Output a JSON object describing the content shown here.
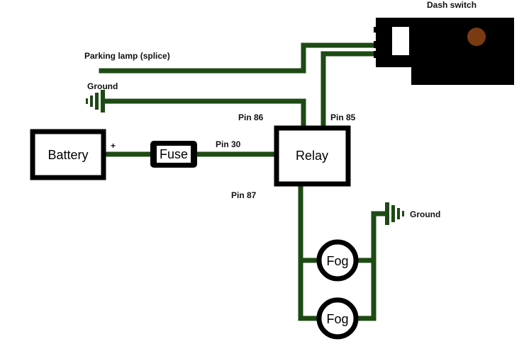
{
  "diagram": {
    "dash_switch_label": "Dash switch",
    "parking_lamp_label": "Parking lamp (splice)",
    "ground_top_label": "Ground",
    "ground_right_label": "Ground",
    "pin86_label": "Pin 86",
    "pin85_label": "Pin 85",
    "pin30_label": "Pin 30",
    "pin87_label": "Pin 87",
    "plus_label": "+",
    "battery_label": "Battery",
    "fuse_label": "Fuse",
    "relay_label": "Relay",
    "fog1_label": "Fog",
    "fog2_label": "Fog"
  },
  "colors": {
    "wire": "#1e4a14",
    "component": "#000000",
    "switch_knob": "#7a3a12"
  }
}
